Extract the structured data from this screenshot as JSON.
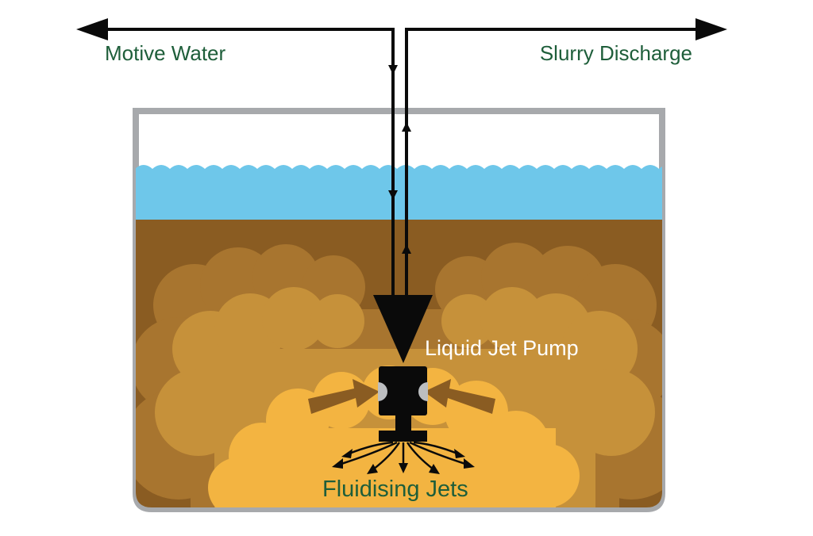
{
  "labels": {
    "motive_water": "Motive Water",
    "slurry_discharge": "Slurry Discharge",
    "liquid_jet_pump": "Liquid Jet Pump",
    "fluidising_jets": "Fluidising Jets"
  },
  "colors": {
    "tank_wall": "#a7a9ac",
    "water": "#6ec7ea",
    "slurry_dark": "#8a5c22",
    "slurry_mid": "#a8752f",
    "slurry_light": "#c6913a",
    "slurry_core": "#f3b441",
    "arrow_brown": "#8a5c22",
    "pump": "#0a0a0a",
    "label_green": "#1e5e3a",
    "label_white": "#ffffff"
  }
}
